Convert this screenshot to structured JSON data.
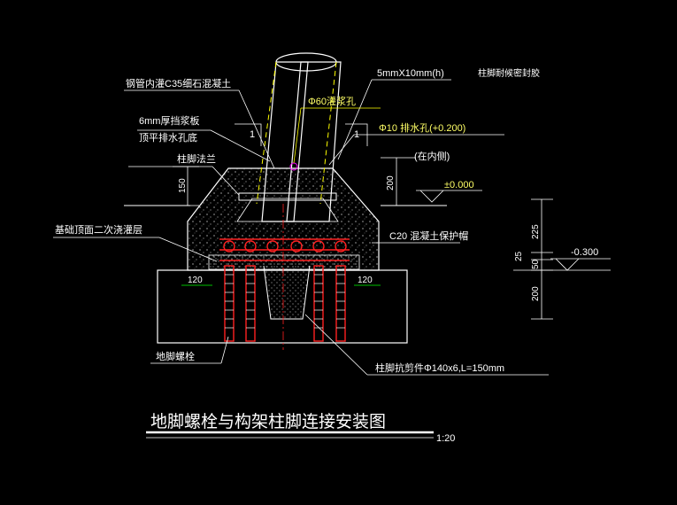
{
  "drawing": {
    "title": "地脚螺栓与构架柱脚连接安装图",
    "scale": "1:20"
  },
  "labels": {
    "pipe_fill": "钢管内灌C35细石混凝土",
    "plate_size": "5mmX10mm(h)",
    "anti_corrosion": "柱脚耐候密封胶",
    "grout_hole": "Φ60灌浆孔",
    "plate_6mm": "6mm厚挡浆板",
    "drain_hole": "Φ10 排水孔(+0.200)",
    "drain_flat": "顶平排水孔底",
    "inner_side": "(在内侧)",
    "flange": "柱脚法兰",
    "secondary_grout": "基础顶面二次浇灌层",
    "protect_cap": "C20 混凝土保护帽",
    "anchor_bolt": "地脚螺栓",
    "shear_key": "柱脚抗剪件Φ140x6,L=150mm",
    "slope_1a": "1",
    "slope_1b": "1"
  },
  "elevations": {
    "zero": "±0.000",
    "minus300": "-0.300"
  },
  "dimensions": {
    "d150": "150",
    "d200a": "200",
    "d225": "225",
    "d25": "25",
    "d50": "50",
    "d200b": "200",
    "d120a": "120",
    "d120b": "120"
  },
  "colors": {
    "background": "#000000",
    "line_white": "#ffffff",
    "line_yellow": "#ffff00",
    "bolt_red": "#ff2020",
    "leader_green": "#00ff00"
  }
}
